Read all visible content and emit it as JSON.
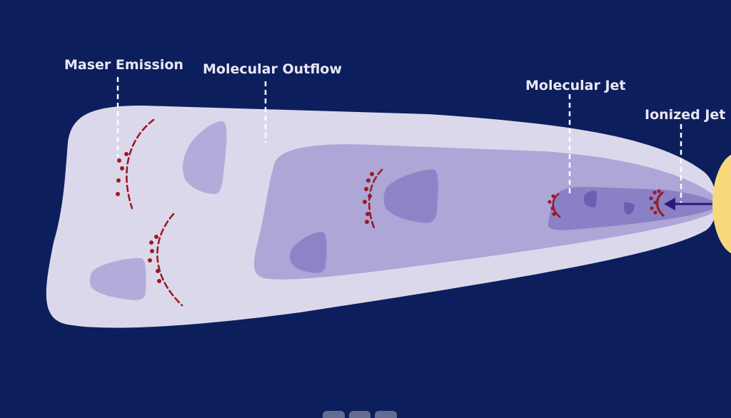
{
  "labels": {
    "maser_emission": "Maser Emission",
    "molecular_outflow": "Molecular Outflow",
    "molecular_jet": "Molecular Jet",
    "ionized_jet": "Ionized Jet"
  },
  "colors": {
    "background": "#0c1f5c",
    "outer_outflow": "#dcd8ec",
    "inner_outflow": "#ada6d6",
    "molecular_jet": "#8a80c6",
    "clump": "#8d84c8",
    "maser": "#9a1c22",
    "star": "#f7d97c",
    "ionized_arrow": "#2a1a7a",
    "label_text": "#e9e7f3"
  },
  "icons": {
    "star": "yellow-protostar-disk",
    "arrow": "ionized-jet-arrow"
  }
}
